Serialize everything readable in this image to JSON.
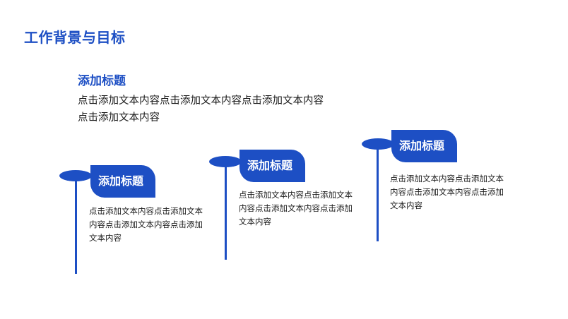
{
  "page": {
    "title": "工作背景与目标"
  },
  "intro": {
    "heading": "添加标题",
    "body": "点击添加文本内容点击添加文本内容点击添加文本内容点击添加文本内容"
  },
  "steps": [
    {
      "label": "添加标题",
      "desc": "点击添加文本内容点击添加文本内容点击添加文本内容点击添加文本内容"
    },
    {
      "label": "添加标题",
      "desc": "点击添加文本内容点击添加文本内容点击添加文本内容点击添加文本内容"
    },
    {
      "label": "添加标题",
      "desc": "点击添加文本内容点击添加文本内容点击添加文本内容点击添加文本内容"
    }
  ],
  "colors": {
    "accent": "#1d4fc4",
    "text": "#1a1a1a",
    "background": "#ffffff"
  }
}
